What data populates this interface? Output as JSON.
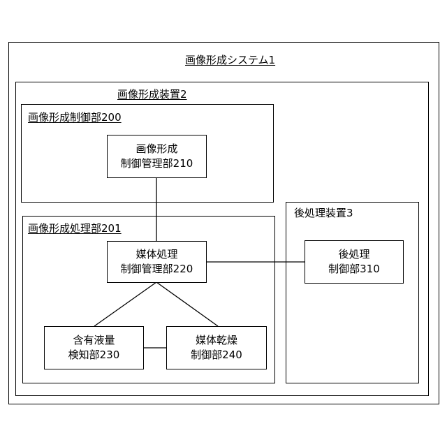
{
  "system": {
    "title": "画像形成システム1"
  },
  "apparatus": {
    "title": "画像形成装置2"
  },
  "control_unit": {
    "title": "画像形成制御部200",
    "manager": {
      "line1": "画像形成",
      "line2": "制御管理部210"
    }
  },
  "processing_unit": {
    "title": "画像形成処理部201",
    "media_manager": {
      "line1": "媒体処理",
      "line2": "制御管理部220"
    },
    "liquid_detector": {
      "line1": "含有液量",
      "line2": "検知部230"
    },
    "dry_controller": {
      "line1": "媒体乾燥",
      "line2": "制御部240"
    }
  },
  "post_processor": {
    "title": "後処理装置3",
    "controller": {
      "line1": "後処理",
      "line2": "制御部310"
    }
  }
}
